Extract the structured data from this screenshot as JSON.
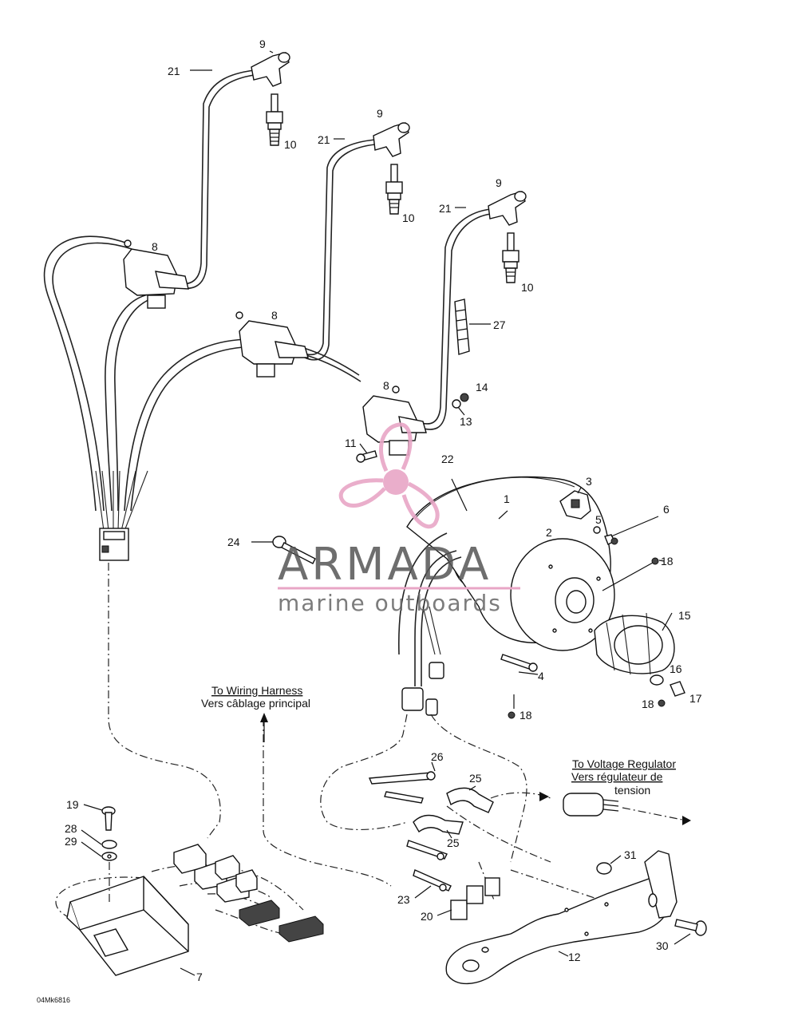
{
  "labels": {
    "n1": "1",
    "n2": "2",
    "n3": "3",
    "n4": "4",
    "n5": "5",
    "n6": "6",
    "n7": "7",
    "n8a": "8",
    "n8b": "8",
    "n8c": "8",
    "n9a": "9",
    "n9b": "9",
    "n9c": "9",
    "n10a": "10",
    "n10b": "10",
    "n10c": "10",
    "n11": "11",
    "n12": "12",
    "n13": "13",
    "n14": "14",
    "n15": "15",
    "n16": "16",
    "n17": "17",
    "n18a": "18",
    "n18b": "18",
    "n18c": "18",
    "n19": "19",
    "n20": "20",
    "n21a": "21",
    "n21b": "21",
    "n21c": "21",
    "n22": "22",
    "n23": "23",
    "n24": "24",
    "n25a": "25",
    "n25b": "25",
    "n26": "26",
    "n27": "27",
    "n28": "28",
    "n29": "29",
    "n30": "30",
    "n31": "31"
  },
  "notes": {
    "wiring_en": "To Wiring Harness",
    "wiring_fr": "Vers câblage principal",
    "regulator_en": "To Voltage Regulator",
    "regulator_fr1": "Vers régulateur de",
    "regulator_fr2": "tension"
  },
  "drawing_code": "04Mk6816",
  "watermark": {
    "brand": "ARMADA",
    "tagline": "marine outboards",
    "color": "#e8a6c6"
  }
}
